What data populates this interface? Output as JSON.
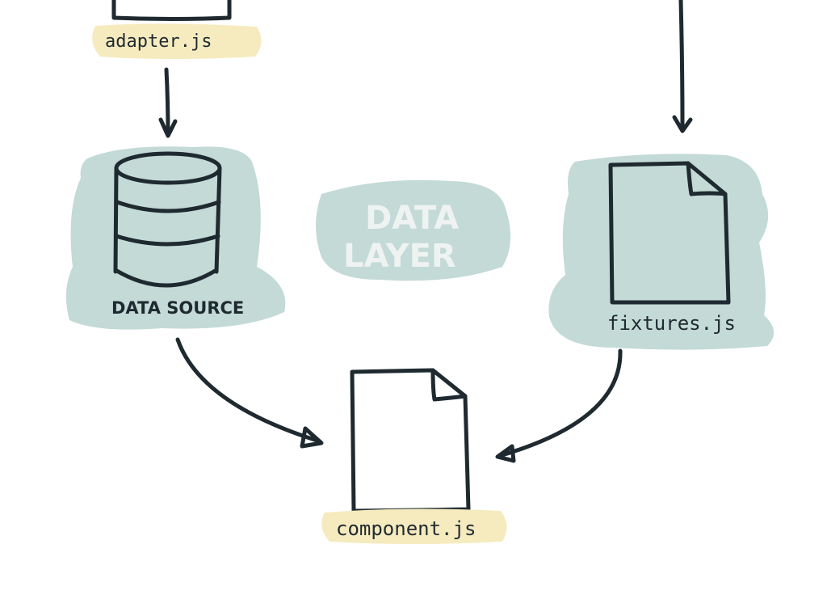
{
  "diagram": {
    "top_file_label": "adapter.js",
    "data_source_label": "DATA SOURCE",
    "data_layer_line1": "DATA",
    "data_layer_line2": "LAYER",
    "fixtures_label": "fixtures.js",
    "component_label": "component.js"
  },
  "colors": {
    "ink": "#1f2a30",
    "teal_highlight": "#c3dad6",
    "yellow_highlight": "#f6ebbf",
    "ghost_text": "#eef3f2",
    "background": "#ffffff"
  }
}
